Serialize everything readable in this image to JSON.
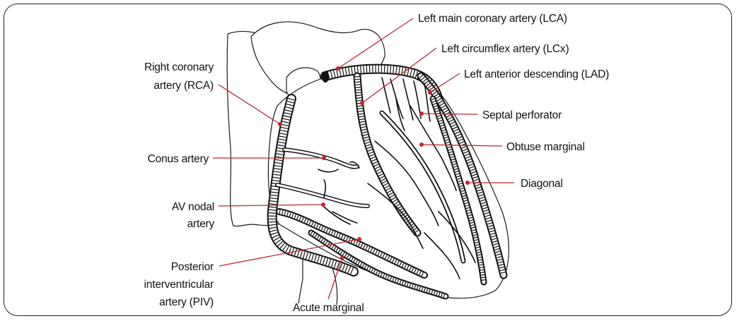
{
  "diagram": {
    "labels": {
      "lca": "Left main coronary artery (LCA)",
      "lcx": "Left circumflex artery (LCx)",
      "lad": "Left anterior descending (LAD)",
      "septal": "Septal perforator",
      "obtuse": "Obtuse marginal",
      "diagonal": "Diagonal",
      "rca_line1": "Right coronary",
      "rca_line2": "artery (RCA)",
      "conus": "Conus artery",
      "av_line1": "AV nodal",
      "av_line2": "artery",
      "piv_line1": "Posterior",
      "piv_line2": "interventricular",
      "piv_line3": "artery (PIV)",
      "acute": "Acute marginal"
    },
    "colors": {
      "leader": "#c0282d",
      "ink": "#111111",
      "frame": "#222222"
    }
  }
}
